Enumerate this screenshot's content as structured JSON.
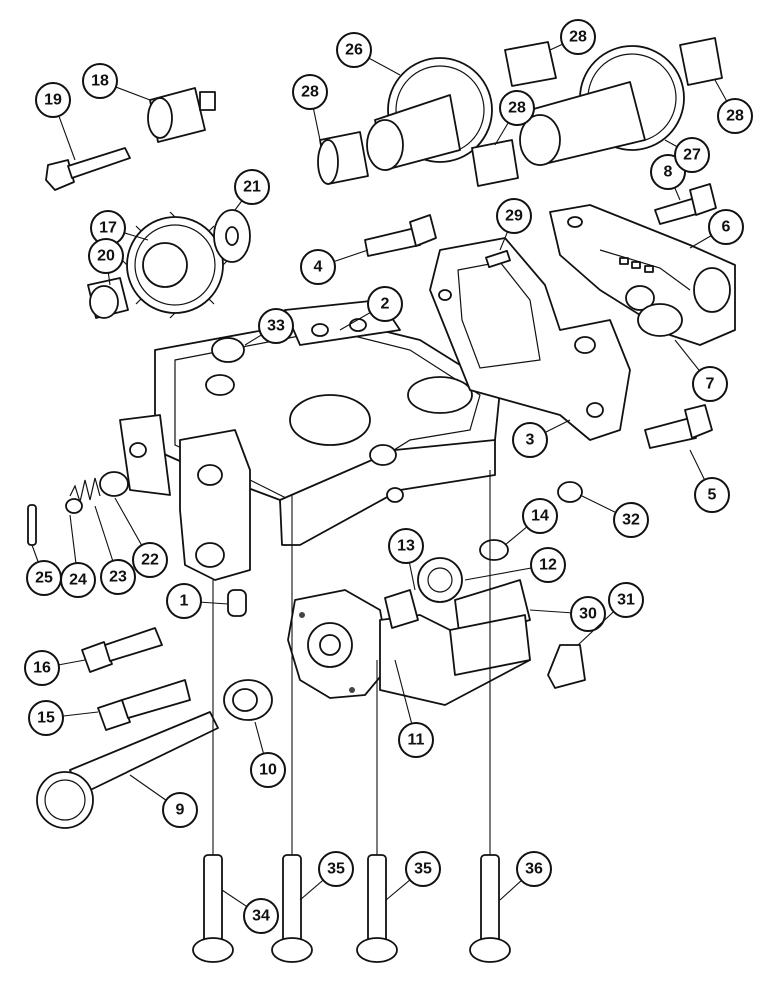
{
  "diagram": {
    "callouts": [
      {
        "label": "1"
      },
      {
        "label": "2"
      },
      {
        "label": "3"
      },
      {
        "label": "4"
      },
      {
        "label": "5"
      },
      {
        "label": "6"
      },
      {
        "label": "7"
      },
      {
        "label": "8"
      },
      {
        "label": "9"
      },
      {
        "label": "10"
      },
      {
        "label": "11"
      },
      {
        "label": "12"
      },
      {
        "label": "13"
      },
      {
        "label": "14"
      },
      {
        "label": "15"
      },
      {
        "label": "16"
      },
      {
        "label": "17"
      },
      {
        "label": "18"
      },
      {
        "label": "19"
      },
      {
        "label": "20"
      },
      {
        "label": "21"
      },
      {
        "label": "22"
      },
      {
        "label": "23"
      },
      {
        "label": "24"
      },
      {
        "label": "25"
      },
      {
        "label": "26"
      },
      {
        "label": "27"
      },
      {
        "label": "28"
      },
      {
        "label": "28"
      },
      {
        "label": "28"
      },
      {
        "label": "28"
      },
      {
        "label": "29"
      },
      {
        "label": "30"
      },
      {
        "label": "31"
      },
      {
        "label": "32"
      },
      {
        "label": "33"
      },
      {
        "label": "34"
      },
      {
        "label": "35"
      },
      {
        "label": "35"
      },
      {
        "label": "36"
      }
    ]
  }
}
